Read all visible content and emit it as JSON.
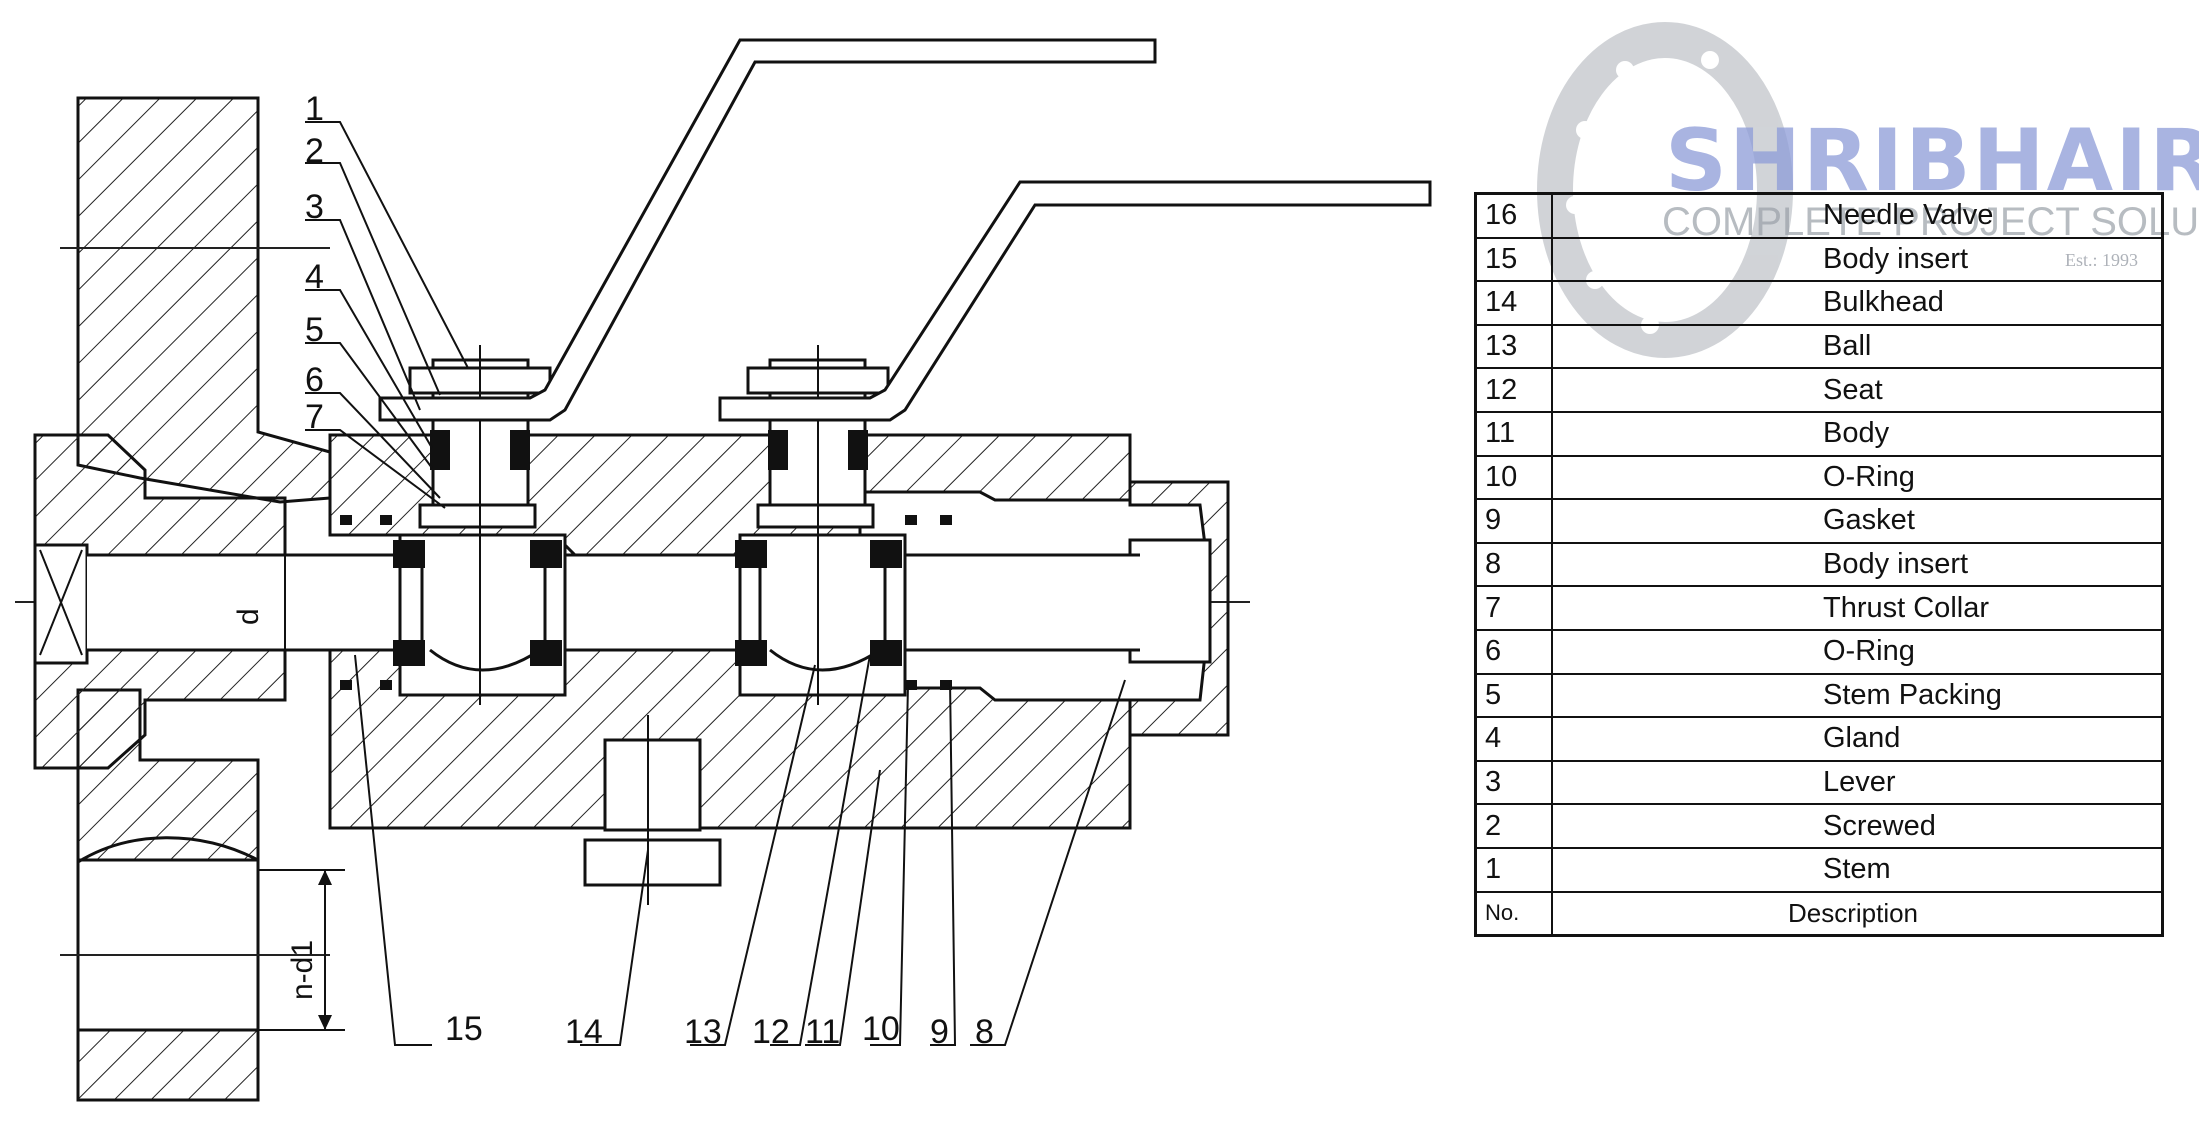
{
  "watermark": {
    "brand": "SHRIBHAIRAV",
    "tagline": "COMPLETE PROJECT SOLUTION",
    "est": "Est.: 1993"
  },
  "callouts": [
    "1",
    "2",
    "3",
    "4",
    "5",
    "6",
    "7",
    "8",
    "9",
    "10",
    "11",
    "12",
    "13",
    "14",
    "15"
  ],
  "dimensions": {
    "bore": "d",
    "holes": "n-d1"
  },
  "table": {
    "header": {
      "no": "No.",
      "description": "Description"
    },
    "rows": [
      {
        "no": "16",
        "description": "Needle Valve"
      },
      {
        "no": "15",
        "description": "Body insert"
      },
      {
        "no": "14",
        "description": "Bulkhead"
      },
      {
        "no": "13",
        "description": "Ball"
      },
      {
        "no": "12",
        "description": "Seat"
      },
      {
        "no": "11",
        "description": "Body"
      },
      {
        "no": "10",
        "description": "O-Ring"
      },
      {
        "no": "9",
        "description": "Gasket"
      },
      {
        "no": "8",
        "description": "Body insert"
      },
      {
        "no": "7",
        "description": "Thrust Collar"
      },
      {
        "no": "6",
        "description": "O-Ring"
      },
      {
        "no": "5",
        "description": "Stem Packing"
      },
      {
        "no": "4",
        "description": "Gland"
      },
      {
        "no": "3",
        "description": "Lever"
      },
      {
        "no": "2",
        "description": "Screwed"
      },
      {
        "no": "1",
        "description": "Stem"
      }
    ]
  }
}
